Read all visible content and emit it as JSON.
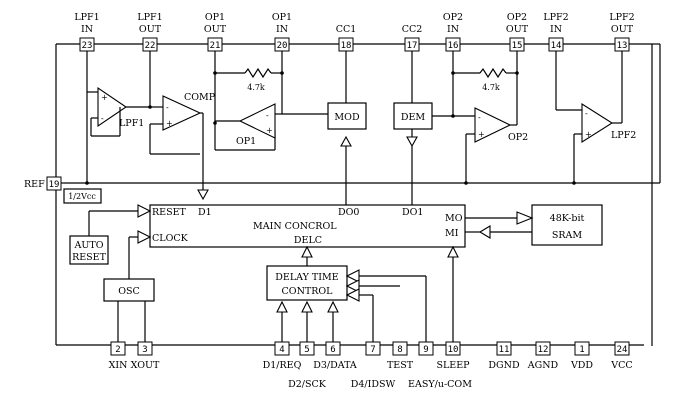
{
  "top_pins": [
    {
      "num": "23",
      "label1": "LPF1",
      "label2": "IN"
    },
    {
      "num": "22",
      "label1": "LPF1",
      "label2": "OUT"
    },
    {
      "num": "21",
      "label1": "OP1",
      "label2": "OUT"
    },
    {
      "num": "20",
      "label1": "OP1",
      "label2": "IN"
    },
    {
      "num": "18",
      "label1": "CC1",
      "label2": ""
    },
    {
      "num": "17",
      "label1": "CC2",
      "label2": ""
    },
    {
      "num": "16",
      "label1": "OP2",
      "label2": "IN"
    },
    {
      "num": "15",
      "label1": "OP2",
      "label2": "OUT"
    },
    {
      "num": "14",
      "label1": "LPF2",
      "label2": "IN"
    },
    {
      "num": "13",
      "label1": "LPF2",
      "label2": "OUT"
    }
  ],
  "bottom_pins": [
    {
      "num": "2",
      "label": "XIN"
    },
    {
      "num": "3",
      "label": "XOUT"
    },
    {
      "num": "4",
      "label": "D1/REQ"
    },
    {
      "num": "5",
      "label": "D2/SCK"
    },
    {
      "num": "6",
      "label": "D3/DATA"
    },
    {
      "num": "7",
      "label": "D4/IDSW"
    },
    {
      "num": "8",
      "label": "TEST"
    },
    {
      "num": "9",
      "label": "EASY/u-COM"
    },
    {
      "num": "10",
      "label": "SLEEP"
    },
    {
      "num": "11",
      "label": "DGND"
    },
    {
      "num": "12",
      "label": "AGND"
    },
    {
      "num": "1",
      "label": "VDD"
    },
    {
      "num": "24",
      "label": "VCC"
    }
  ],
  "ref_pin": {
    "num": "19",
    "label": "REF"
  },
  "amplifiers": {
    "lpf1": "LPF1",
    "comp": "COMP",
    "op1": "OP1",
    "op2": "OP2",
    "lpf2": "LPF2"
  },
  "resistors": {
    "r1": "4.7k",
    "r2": "4.7k"
  },
  "blocks": {
    "mod": "MOD",
    "dem": "DEM",
    "vref": "1/2Vcc",
    "sram_line1": "48K-bit",
    "sram_line2": "SRAM",
    "auto_reset_line1": "AUTO",
    "auto_reset_line2": "RESET",
    "osc": "OSC",
    "delay_line1": "DELAY TIME",
    "delay_line2": "CONTROL"
  },
  "main_block": {
    "reset": "RESET",
    "clock": "CLOCK",
    "title_line1": "MAIN  CONCROL",
    "title_line2": "DELC",
    "d1": "D1",
    "do0": "DO0",
    "do1": "DO1",
    "mo": "MO",
    "mi": "MI"
  }
}
